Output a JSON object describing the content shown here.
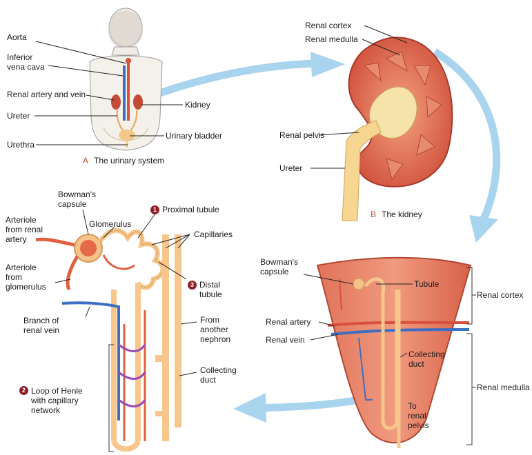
{
  "panel_a": {
    "caption_letter": "A",
    "caption": "The urinary system",
    "labels": {
      "aorta": "Aorta",
      "ivc": "Inferior\nvena cava",
      "renal_av": "Renal artery and vein",
      "ureter": "Ureter",
      "urethra": "Urethra",
      "kidney": "Kidney",
      "bladder": "Urinary bladder"
    }
  },
  "panel_b": {
    "caption_letter": "B",
    "caption": "The kidney",
    "labels": {
      "cortex": "Renal cortex",
      "medulla": "Renal medulla",
      "pelvis": "Renal pelvis",
      "ureter": "Ureter"
    }
  },
  "nephron": {
    "labels": {
      "bowman": "Bowman's\ncapsule",
      "glomerulus": "Glomerulus",
      "arteriole_from_renal": "Arteriole\nfrom renal\nartery",
      "arteriole_from_glom": "Arteriole\nfrom\nglomerulus",
      "branch_renal_vein": "Branch of\nrenal vein",
      "proximal": "Proximal tubule",
      "proximal_num": "1",
      "capillaries": "Capillaries",
      "distal": "Distal\ntubule",
      "distal_num": "3",
      "from_another": "From\nanother\nnephron",
      "collecting": "Collecting\nduct",
      "loop": "Loop of Henle\nwith capillary\nnetwork",
      "loop_num": "2"
    }
  },
  "section": {
    "labels": {
      "bowman": "Bowman's\ncapsule",
      "tubule": "Tubule",
      "renal_artery": "Renal artery",
      "renal_vein": "Renal vein",
      "collecting": "Collecting\nduct",
      "to_pelvis": "To\nrenal\npelvis",
      "cortex": "Renal cortex",
      "medulla": "Renal medulla"
    }
  },
  "colors": {
    "arrow": "#a9d4ee",
    "kidney": "#d9604a",
    "artery": "#d9503c",
    "vein": "#3c6fc4",
    "tubule": "#f7c68c",
    "badge": "#8e1f26"
  }
}
